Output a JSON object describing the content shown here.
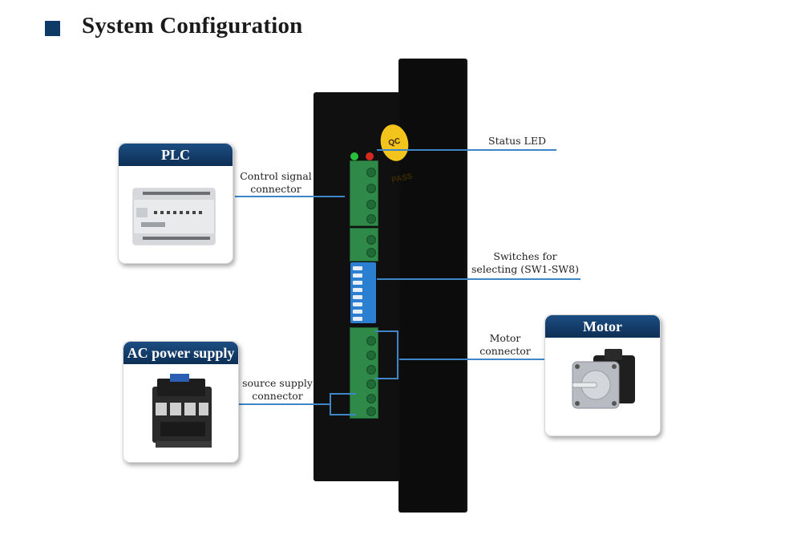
{
  "header": {
    "title": "System Configuration"
  },
  "cards": {
    "plc": {
      "label": "PLC"
    },
    "ac_power": {
      "label": "AC power supply"
    },
    "motor": {
      "label": "Motor"
    }
  },
  "callouts": {
    "status_led": "Status LED",
    "control_signal_1": "Control signal",
    "control_signal_2": "connector",
    "switches_1": "Switches for",
    "switches_2": "selecting (SW1-SW8)",
    "motor_conn_1": "Motor",
    "motor_conn_2": "connector",
    "source_supply_1": "source supply",
    "source_supply_2": "connector"
  },
  "driver": {
    "sticker_text": "QC PASS"
  },
  "colors": {
    "accent": "#0d3a66",
    "wire": "#3f86c8",
    "terminal": "#2f8a4a",
    "dip": "#2a7fd0"
  }
}
